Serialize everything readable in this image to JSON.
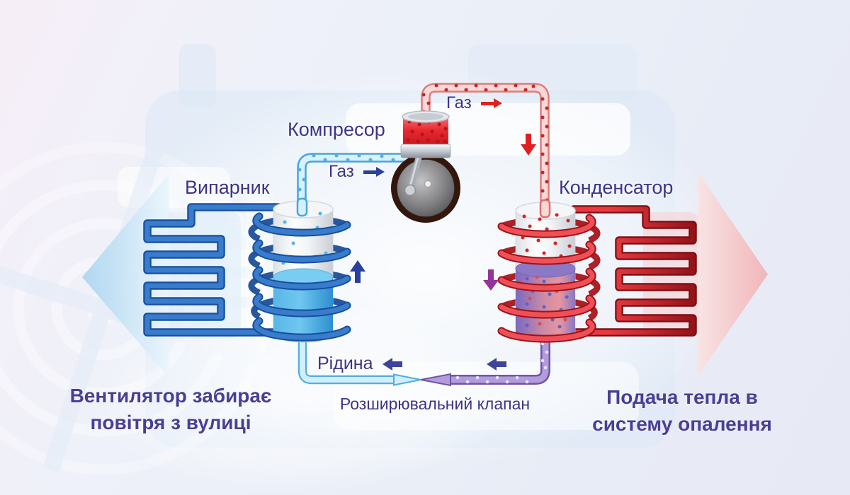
{
  "diagram": {
    "compressor_label": "Компресор",
    "evaporator_label": "Випарник",
    "condenser_label": "Конденсатор",
    "gas_cold_label": "Газ",
    "gas_hot_label": "Газ",
    "liquid_label": "Рідина",
    "expansion_valve_label": "Розширювальний клапан"
  },
  "captions": {
    "left_line1": "Вентилятор забирає",
    "left_line2": "повітря з вулиці",
    "right_line1": "Подача тепла в",
    "right_line2": "систему опалення"
  },
  "icons": {
    "gas_cold_arrow": "right-arrow",
    "gas_hot_arrow": "right-arrow",
    "liquid_arrow": "left-arrow",
    "flow_up_arrow": "up-arrow",
    "flow_down_red_arrow": "down-arrow",
    "flow_down_purple_arrow": "down-arrow",
    "flow_left_arrow": "left-arrow",
    "big_cold_arrow": "left-arrow",
    "big_hot_arrow": "right-arrow"
  },
  "colors": {
    "label_text": "#3c3488",
    "caption_text": "#4a3e93",
    "arrow_blue": "#2b3f9e",
    "arrow_red": "#e02020",
    "arrow_purple": "#93339b",
    "arrow_indigo": "#3d449c",
    "cold_pipe": "#45a6db",
    "hot_pipe": "#df7b7b",
    "purple_pipe": "#6d55a8",
    "coil_blue": "#3a7ccc",
    "coil_red": "#ef5058",
    "big_arrow_cold": "#a9d4ef",
    "big_arrow_hot": "#f1b3b6"
  }
}
